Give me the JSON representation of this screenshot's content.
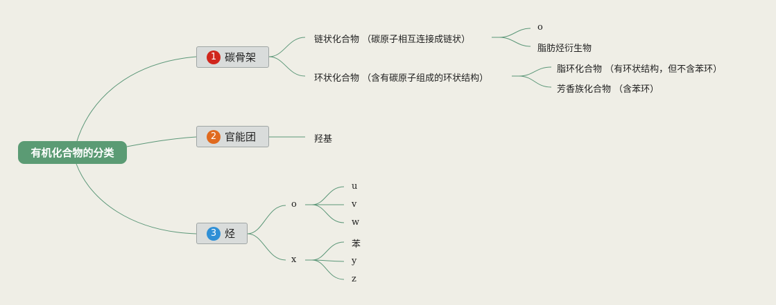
{
  "root": {
    "label": "有机化合物的分类"
  },
  "branches": [
    {
      "number": "1",
      "badge_color": "#d0261d",
      "label": "碳骨架",
      "children": [
        {
          "label": "链状化合物 （碳原子相互连接成链状）",
          "children": [
            "o",
            "脂肪烃衍生物"
          ]
        },
        {
          "label": "环状化合物 （含有碳原子组成的环状结构）",
          "children": [
            "脂环化合物 （有环状结构，但不含苯环）",
            "芳香族化合物 （含苯环）"
          ]
        }
      ]
    },
    {
      "number": "2",
      "badge_color": "#e06a1f",
      "label": "官能团",
      "children": [
        {
          "label": "羟基"
        }
      ]
    },
    {
      "number": "3",
      "badge_color": "#2e8fd6",
      "label": "烃",
      "children": [
        {
          "label": "o",
          "children": [
            "u",
            "v",
            "w"
          ]
        },
        {
          "label": "x",
          "children": [
            "苯",
            "y",
            "z"
          ]
        }
      ]
    }
  ],
  "colors": {
    "connector": "#5a9677",
    "root_fill": "#5b9b74",
    "background": "#efeee6"
  }
}
